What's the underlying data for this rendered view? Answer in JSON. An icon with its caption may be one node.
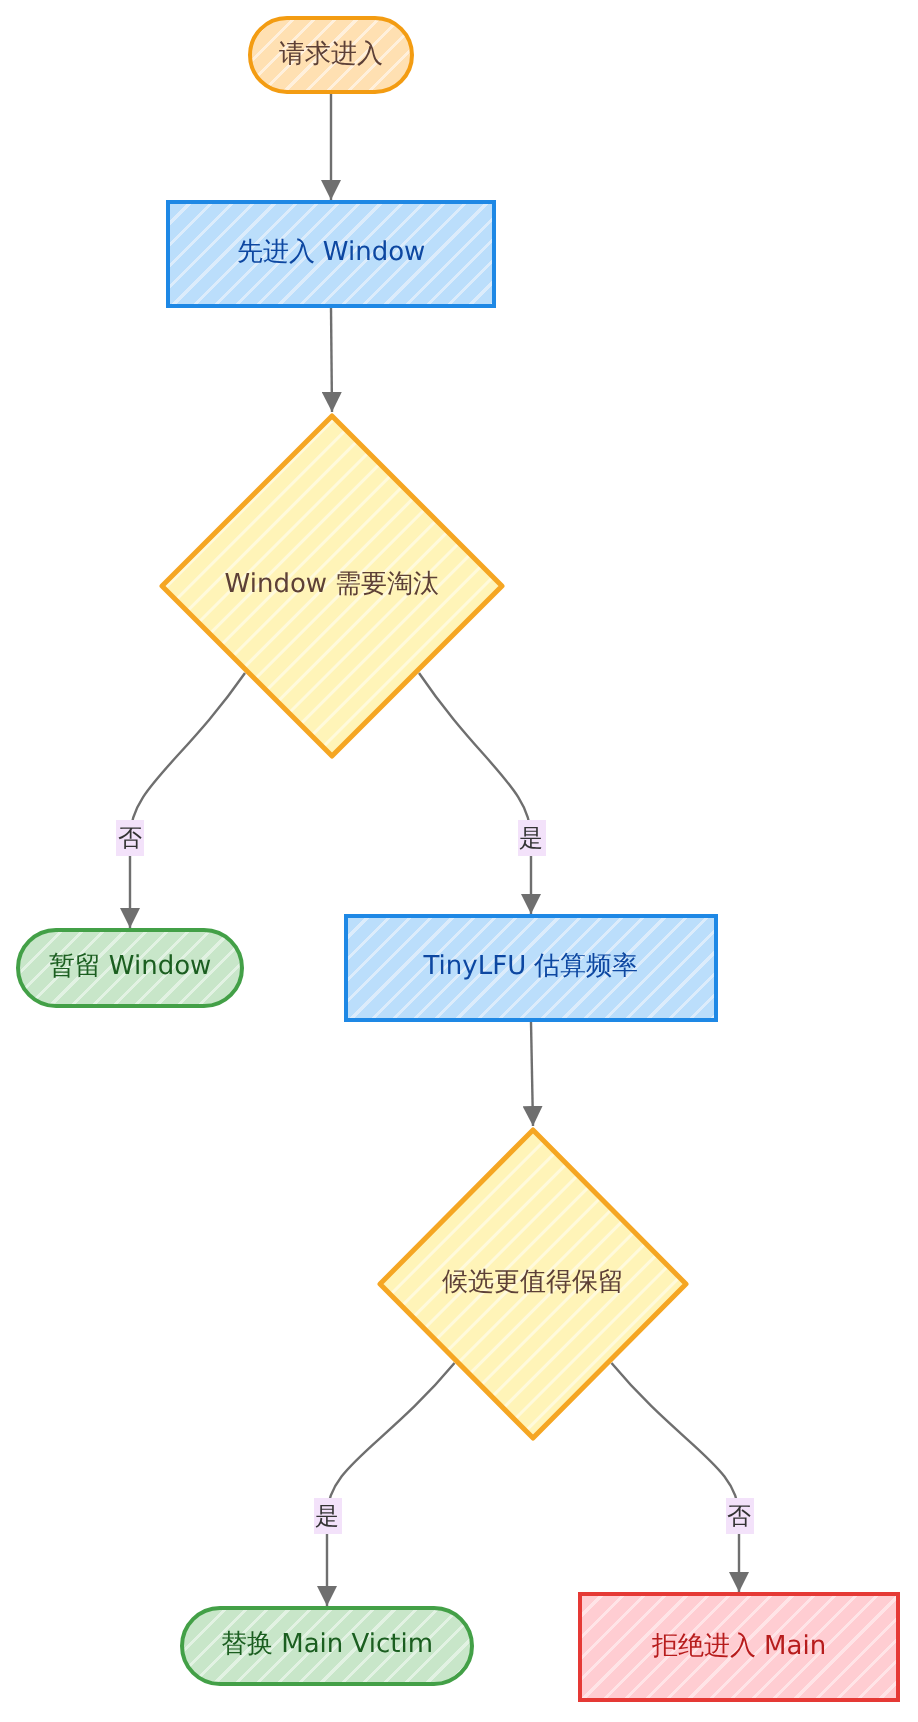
{
  "diagram": {
    "nodes": [
      {
        "text": [
          "请求进入"
        ]
      },
      {
        "text": [
          "先进入 Window"
        ]
      },
      {
        "text": [
          "Window 需要淘汰"
        ]
      },
      {
        "text": [
          "暂留 Window"
        ]
      },
      {
        "text": [
          "TinyLFU 估算频率"
        ]
      },
      {
        "text": [
          "候选更值得保留"
        ]
      },
      {
        "text": [
          "替换 Main Victim"
        ]
      },
      {
        "text": [
          "拒绝进入 Main"
        ]
      }
    ],
    "edges": [
      {
        "from": 0,
        "to": 1,
        "arrow": "to"
      },
      {
        "from": 1,
        "to": 2,
        "arrow": "to"
      },
      {
        "from": 2,
        "to": 3,
        "arrow": "to",
        "label": "否"
      },
      {
        "from": 2,
        "to": 4,
        "arrow": "to",
        "label": "是"
      },
      {
        "from": 4,
        "to": 5,
        "arrow": "to"
      },
      {
        "from": 5,
        "to": 6,
        "arrow": "to",
        "label": "是"
      },
      {
        "from": 5,
        "to": 7,
        "arrow": "to",
        "label": "否"
      }
    ]
  }
}
